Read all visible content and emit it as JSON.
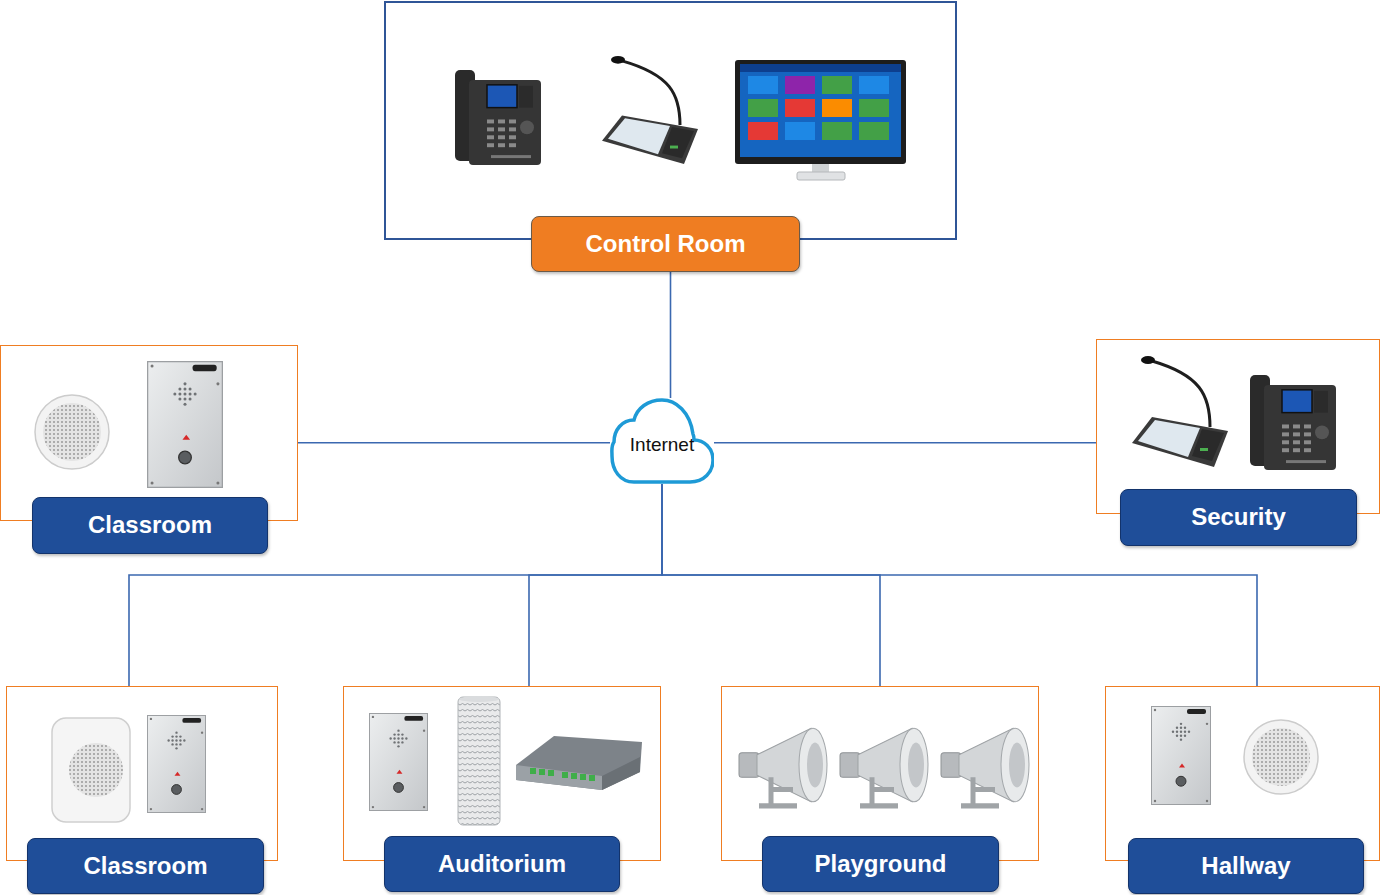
{
  "diagram": {
    "nodes": [
      {
        "text": [
          "Control Room"
        ]
      },
      {
        "text": [
          "Internet"
        ]
      },
      {
        "text": [
          "Classroom"
        ]
      },
      {
        "text": [
          "Security"
        ]
      },
      {
        "text": [
          "Classroom"
        ]
      },
      {
        "text": [
          "Auditorium"
        ]
      },
      {
        "text": [
          "Playground"
        ]
      },
      {
        "text": [
          "Hallway"
        ]
      }
    ],
    "edges": [
      {
        "from": 0,
        "to": 1,
        "arrow": "none"
      },
      {
        "from": 1,
        "to": 2,
        "arrow": "none"
      },
      {
        "from": 1,
        "to": 3,
        "arrow": "none"
      },
      {
        "from": 1,
        "to": 4,
        "arrow": "none"
      },
      {
        "from": 1,
        "to": 5,
        "arrow": "none"
      },
      {
        "from": 1,
        "to": 6,
        "arrow": "none"
      },
      {
        "from": 1,
        "to": 7,
        "arrow": "none"
      }
    ]
  }
}
